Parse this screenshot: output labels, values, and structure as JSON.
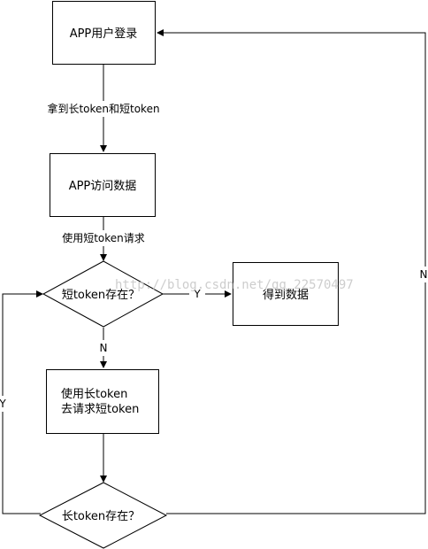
{
  "nodes": {
    "login": "APP用户登录",
    "access": "APP访问数据",
    "short_exists": "短token存在？",
    "get_data": "得到数据",
    "use_long_line1": "使用长token",
    "use_long_line2": "去请求短token",
    "long_exists": "长token存在？"
  },
  "edges": {
    "login_to_access": "拿到长token和短token",
    "access_to_check": "使用短token请求",
    "short_yes": "Y",
    "short_no": "N",
    "long_yes": "Y",
    "long_no": "N"
  },
  "watermark": "http://blog.csdn.net/qq_22570497",
  "colors": {
    "stroke": "#000000",
    "text": "#000000",
    "watermark": "#c8c8c8"
  }
}
